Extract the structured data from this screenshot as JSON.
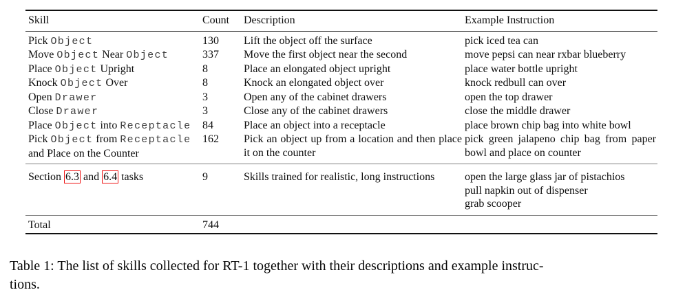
{
  "table": {
    "columns": [
      "Skill",
      "Count",
      "Description",
      "Example Instruction"
    ],
    "rows": [
      {
        "skill": [
          {
            "t": "Pick "
          },
          {
            "t": "Object",
            "mono": true
          }
        ],
        "count": "130",
        "description": "Lift the object off the surface",
        "examples": [
          "pick iced tea can"
        ]
      },
      {
        "skill": [
          {
            "t": "Move "
          },
          {
            "t": "Object",
            "mono": true
          },
          {
            "t": " Near "
          },
          {
            "t": "Object",
            "mono": true
          }
        ],
        "count": "337",
        "description": "Move the first object near the second",
        "examples": [
          "move pepsi can near rxbar blueberry"
        ]
      },
      {
        "skill": [
          {
            "t": "Place "
          },
          {
            "t": "Object",
            "mono": true
          },
          {
            "t": " Upright"
          }
        ],
        "count": "8",
        "description": "Place an elongated object upright",
        "examples": [
          "place water bottle upright"
        ]
      },
      {
        "skill": [
          {
            "t": "Knock "
          },
          {
            "t": "Object",
            "mono": true
          },
          {
            "t": " Over"
          }
        ],
        "count": "8",
        "description": "Knock an elongated object over",
        "examples": [
          "knock redbull can over"
        ]
      },
      {
        "skill": [
          {
            "t": "Open "
          },
          {
            "t": "Drawer",
            "mono": true
          }
        ],
        "count": "3",
        "description": "Open any of the cabinet drawers",
        "examples": [
          "open the top drawer"
        ]
      },
      {
        "skill": [
          {
            "t": "Close "
          },
          {
            "t": "Drawer",
            "mono": true
          }
        ],
        "count": "3",
        "description": "Close any of the cabinet drawers",
        "examples": [
          "close the middle drawer"
        ]
      },
      {
        "skill": [
          {
            "t": "Place "
          },
          {
            "t": "Object",
            "mono": true
          },
          {
            "t": " into "
          },
          {
            "t": "Receptacle",
            "mono": true
          }
        ],
        "count": "84",
        "description": "Place an object into a receptacle",
        "examples": [
          "place brown chip bag into white bowl"
        ]
      },
      {
        "skill": [
          {
            "t": "Pick "
          },
          {
            "t": "Object",
            "mono": true
          },
          {
            "t": " from "
          },
          {
            "t": "Receptacle",
            "mono": true
          },
          {
            "t": " and Place on the Counter"
          }
        ],
        "count": "162",
        "description": "Pick an object up from a location and then place it on the counter",
        "examples": [
          "pick green jalapeno chip bag from paper bowl and place on counter"
        ]
      }
    ],
    "section_row": {
      "skill": [
        {
          "t": "Section "
        },
        {
          "t": "6.3",
          "link": true
        },
        {
          "t": " and "
        },
        {
          "t": "6.4",
          "link": true
        },
        {
          "t": " tasks"
        }
      ],
      "count": "9",
      "description": "Skills trained for realistic, long instructions",
      "examples": [
        "open the large glass jar of pistachios",
        "pull napkin out of dispenser",
        "grab scooper"
      ]
    },
    "total_row": {
      "label": "Total",
      "count": "744"
    }
  },
  "caption": {
    "lines": [
      "Table 1: The list of skills collected for RT-1 together with their descriptions and example instruc-",
      "tions."
    ],
    "full_text": "Table 1: The list of skills collected for RT-1 together with their descriptions and example instructions."
  },
  "colors": {
    "link_box_border": "#ee1111",
    "rule_dark": "#111111",
    "rule_mid_gray": "#7e7e7e",
    "mono_text": "#3d3d3d"
  }
}
